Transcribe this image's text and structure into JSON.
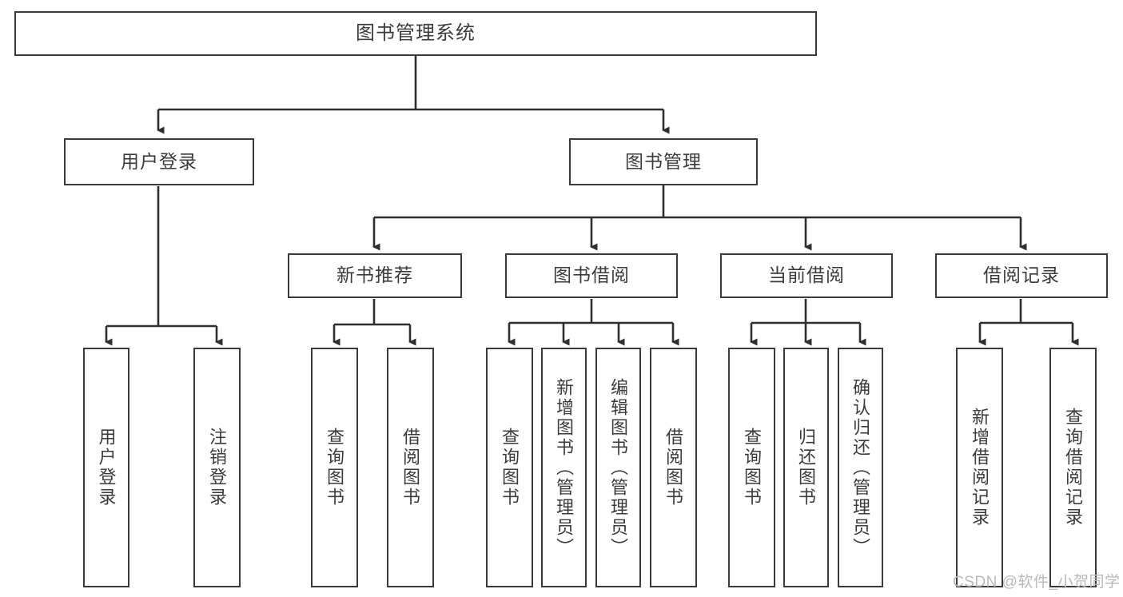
{
  "diagram": {
    "title": "图书管理系统",
    "type": "tree",
    "root": {
      "label": "图书管理系统"
    },
    "level2": [
      {
        "label": "用户登录"
      },
      {
        "label": "图书管理"
      }
    ],
    "level3": [
      {
        "label": "新书推荐"
      },
      {
        "label": "图书借阅"
      },
      {
        "label": "当前借阅"
      },
      {
        "label": "借阅记录"
      }
    ],
    "leaves": {
      "user_login": [
        {
          "label": "用户登录"
        },
        {
          "label": "注销登录"
        }
      ],
      "new_book_recommend": [
        {
          "label": "查询图书"
        },
        {
          "label": "借阅图书"
        }
      ],
      "book_borrow": [
        {
          "label": "查询图书"
        },
        {
          "label": "新增图书（管理员）"
        },
        {
          "label": "编辑图书（管理员）"
        },
        {
          "label": "借阅图书"
        }
      ],
      "current_borrow": [
        {
          "label": "查询图书"
        },
        {
          "label": "归还图书"
        },
        {
          "label": "确认归还（管理员）"
        }
      ],
      "borrow_record": [
        {
          "label": "新增借阅记录"
        },
        {
          "label": "查询借阅记录"
        }
      ]
    }
  },
  "watermark": {
    "text": "CSDN @软件_小贺同学"
  },
  "colors": {
    "border": "#3a3a3a",
    "text": "#3b3b3b",
    "background": "#ffffff",
    "watermark": "#b9b9b9"
  }
}
